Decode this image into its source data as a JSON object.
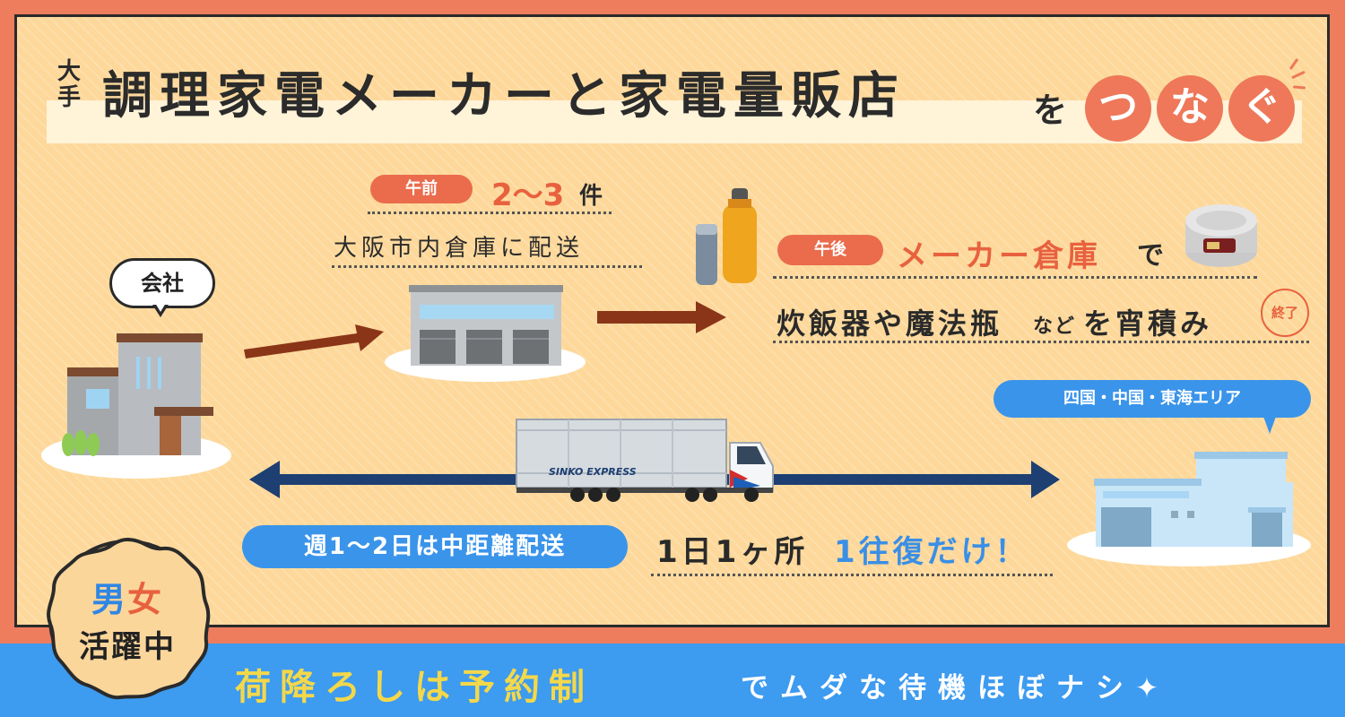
{
  "title": {
    "prefix": "大手",
    "main": "調理家電メーカーと家電量販店",
    "particle": "を",
    "emphasis": [
      "つ",
      "な",
      "ぐ"
    ]
  },
  "company": {
    "label": "会社"
  },
  "morning": {
    "tag": "午前",
    "count_num": "2〜3",
    "count_unit": "件",
    "desc": "大阪市内倉庫に配送"
  },
  "afternoon": {
    "tag": "午後",
    "place": "メーカー倉庫",
    "particle": "で",
    "desc_a": "炊飯器や魔法瓶",
    "desc_b": "など",
    "desc_c": "を宵積み",
    "stamp": "終了"
  },
  "area": {
    "label": "四国・中国・東海エリア"
  },
  "truck": {
    "brand": "SINKO EXPRESS"
  },
  "weekly": {
    "pill": "週1〜2日は中距離配送",
    "text_a": "1日1ヶ所",
    "text_b": "1往復だけ！"
  },
  "badge": {
    "line1_a": "男",
    "line1_b": "女",
    "line2": "活躍中"
  },
  "banner": {
    "main": "荷降ろしは予約制",
    "sub": "でムダな待機ほぼナシ✦"
  },
  "colors": {
    "accent_orange": "#ea6c4d",
    "accent_blue": "#3a94ea",
    "background_cream": "#fdd89a",
    "arrow_brown": "#8a3518",
    "arrow_navy": "#1d3f72",
    "banner_yellow": "#f4d84a"
  }
}
